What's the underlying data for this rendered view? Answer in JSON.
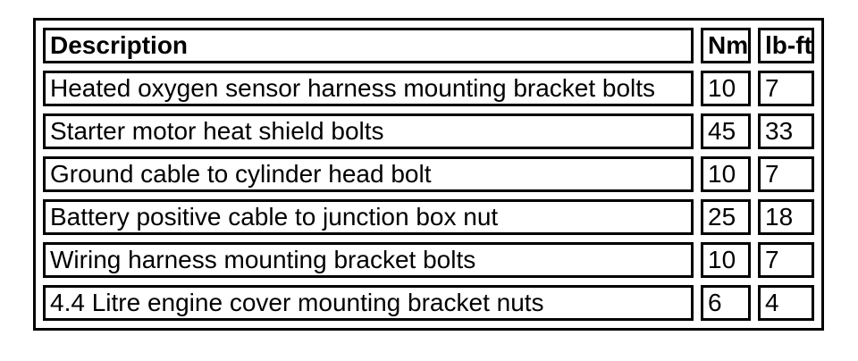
{
  "page": {
    "background_color": "#ffffff",
    "border_color": "#000000",
    "text_color": "#000000"
  },
  "table": {
    "headers": {
      "description": "Description",
      "nm": "Nm",
      "lbft": "lb-ft"
    },
    "rows": [
      {
        "description": "Heated oxygen sensor harness mounting bracket bolts",
        "nm": "10",
        "lbft": "7"
      },
      {
        "description": "Starter motor heat shield bolts",
        "nm": "45",
        "lbft": "33"
      },
      {
        "description": "Ground cable to cylinder head bolt",
        "nm": "10",
        "lbft": "7"
      },
      {
        "description": "Battery positive cable to junction box nut",
        "nm": "25",
        "lbft": "18"
      },
      {
        "description": "Wiring harness mounting bracket bolts",
        "nm": "10",
        "lbft": "7"
      },
      {
        "description": "4.4 Litre engine cover mounting bracket nuts",
        "nm": "6",
        "lbft": "4"
      }
    ]
  }
}
